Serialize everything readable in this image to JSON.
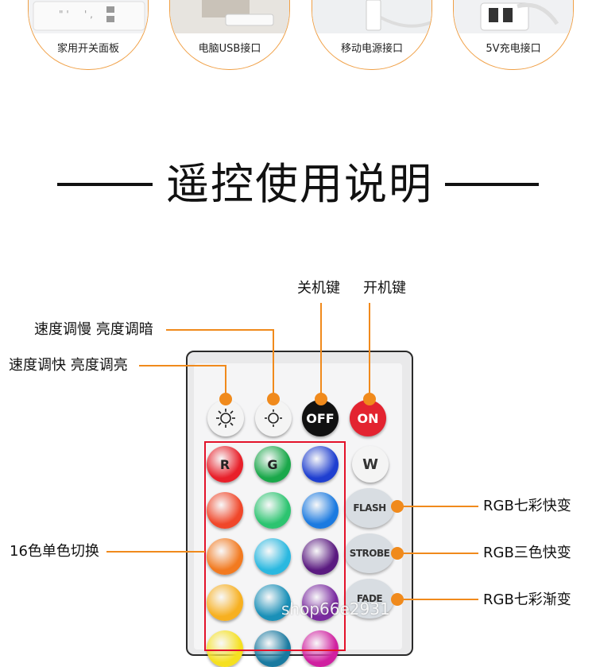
{
  "usage_tiles": [
    {
      "label": "家用开关面板"
    },
    {
      "label": "电脑USB接口"
    },
    {
      "label": "移动电源接口"
    },
    {
      "label": "5V充电接口"
    }
  ],
  "section_title": "遥控使用说明",
  "callouts": {
    "off_key": "关机键",
    "on_key": "开机键",
    "slow_dim": "速度调慢 亮度调暗",
    "fast_bright": "速度调快 亮度调亮",
    "colors16": "16色单色切换",
    "flash": "RGB七彩快变",
    "strobe": "RGB三色快变",
    "fade": "RGB七彩渐变"
  },
  "remote": {
    "off_label": "OFF",
    "on_label": "ON",
    "r_label": "R",
    "g_label": "G",
    "w_label": "W",
    "flash_label": "FLASH",
    "strobe_label": "STROBE",
    "fade_label": "FADE",
    "colors": {
      "row1": [
        "#e8202a",
        "#1aa84a",
        "#1f3fd0"
      ],
      "row2": [
        "#f0472a",
        "#2cc470",
        "#1b7ae0"
      ],
      "row3": [
        "#f27a20",
        "#2ab8e0",
        "#5a1a80"
      ],
      "row4": [
        "#f7b020",
        "#1a90b8",
        "#7a2aa0"
      ],
      "row5": [
        "#f5e020",
        "#1a7aa0",
        "#d020a0"
      ]
    }
  },
  "watermark": "shop66e2931"
}
